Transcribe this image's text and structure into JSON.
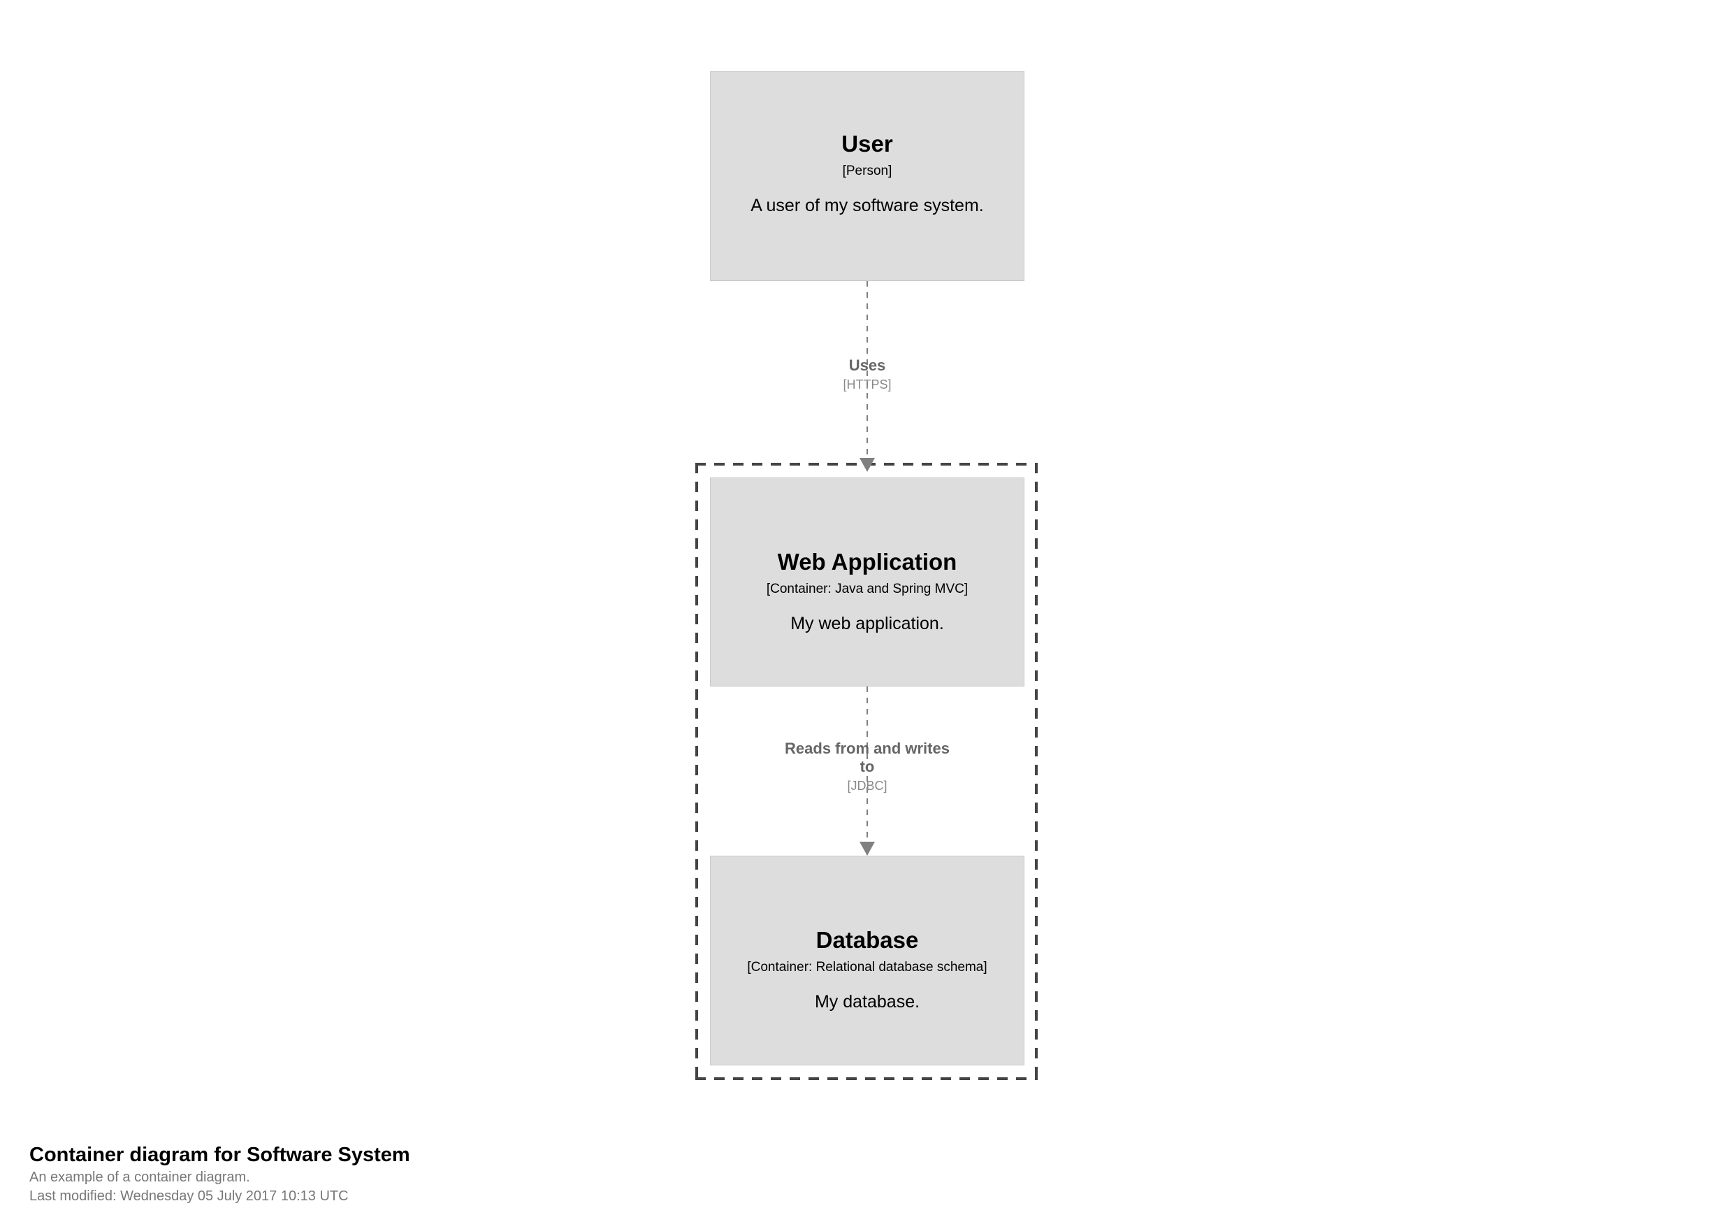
{
  "diagram": {
    "nodes": [
      {
        "name": "User",
        "tech": "[Person]",
        "description": "A user of my software system."
      },
      {
        "name": "Web Application",
        "tech": "[Container: Java and Spring MVC]",
        "description": "My web application."
      },
      {
        "name": "Database",
        "tech": "[Container: Relational database schema]",
        "description": "My database."
      }
    ],
    "relationships": [
      {
        "description": "Uses",
        "technology": "[HTTPS]"
      },
      {
        "description": "Reads from and writes to",
        "technology": "[JDBC]"
      }
    ],
    "boundary": {
      "style": "dashed"
    },
    "colors": {
      "node_fill": "#dddddd",
      "node_border": "#c8c8c8",
      "boundary_stroke": "#444444",
      "relationship_stroke": "#808080",
      "relationship_label": "#666666",
      "relationship_technology": "#888888",
      "caption_title": "#000000",
      "caption_subtitle": "#777777",
      "background": "#ffffff"
    }
  },
  "caption": {
    "title": "Container diagram for Software System",
    "subtitle": "An example of a container diagram.",
    "last_modified": "Last modified: Wednesday 05 July 2017 10:13 UTC"
  }
}
